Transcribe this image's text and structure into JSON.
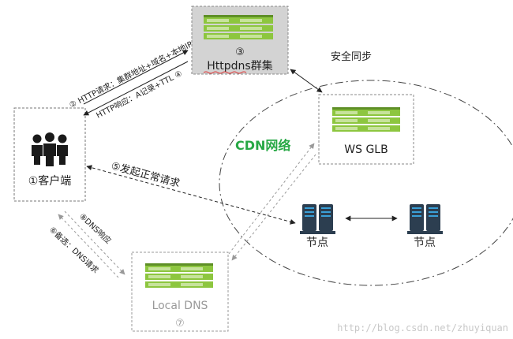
{
  "nodes": {
    "httpdns": {
      "number": "③",
      "label": "Httpdns群集"
    },
    "client": {
      "label": "①客户端"
    },
    "ws_glb": {
      "label": "WS GLB"
    },
    "local_dns": {
      "label": "Local DNS",
      "number": "⑦"
    },
    "edge_left": {
      "label": "节点"
    },
    "edge_right": {
      "label": "节点"
    }
  },
  "cdn": {
    "label": "CDN网络"
  },
  "edges": {
    "http_request": "② HTTP请求：集群地址+域名+本地IP",
    "http_response": "HTTP响应：A记录+TTL ④",
    "normal_request": "⑤发起正常请求",
    "dns_request": "⑥备选：DNS请求",
    "dns_response": "⑧DNS响应",
    "security_sync": "安全同步"
  },
  "watermark": "http://blog.csdn.net/zhuyiquan",
  "colors": {
    "server_green": "#8dc63f",
    "server_dark": "#5e8f26",
    "cdn_label": "#27a845",
    "people": "#1a1a1a",
    "tower": "#2c3e50",
    "tower_accent": "#3aa0d8"
  }
}
